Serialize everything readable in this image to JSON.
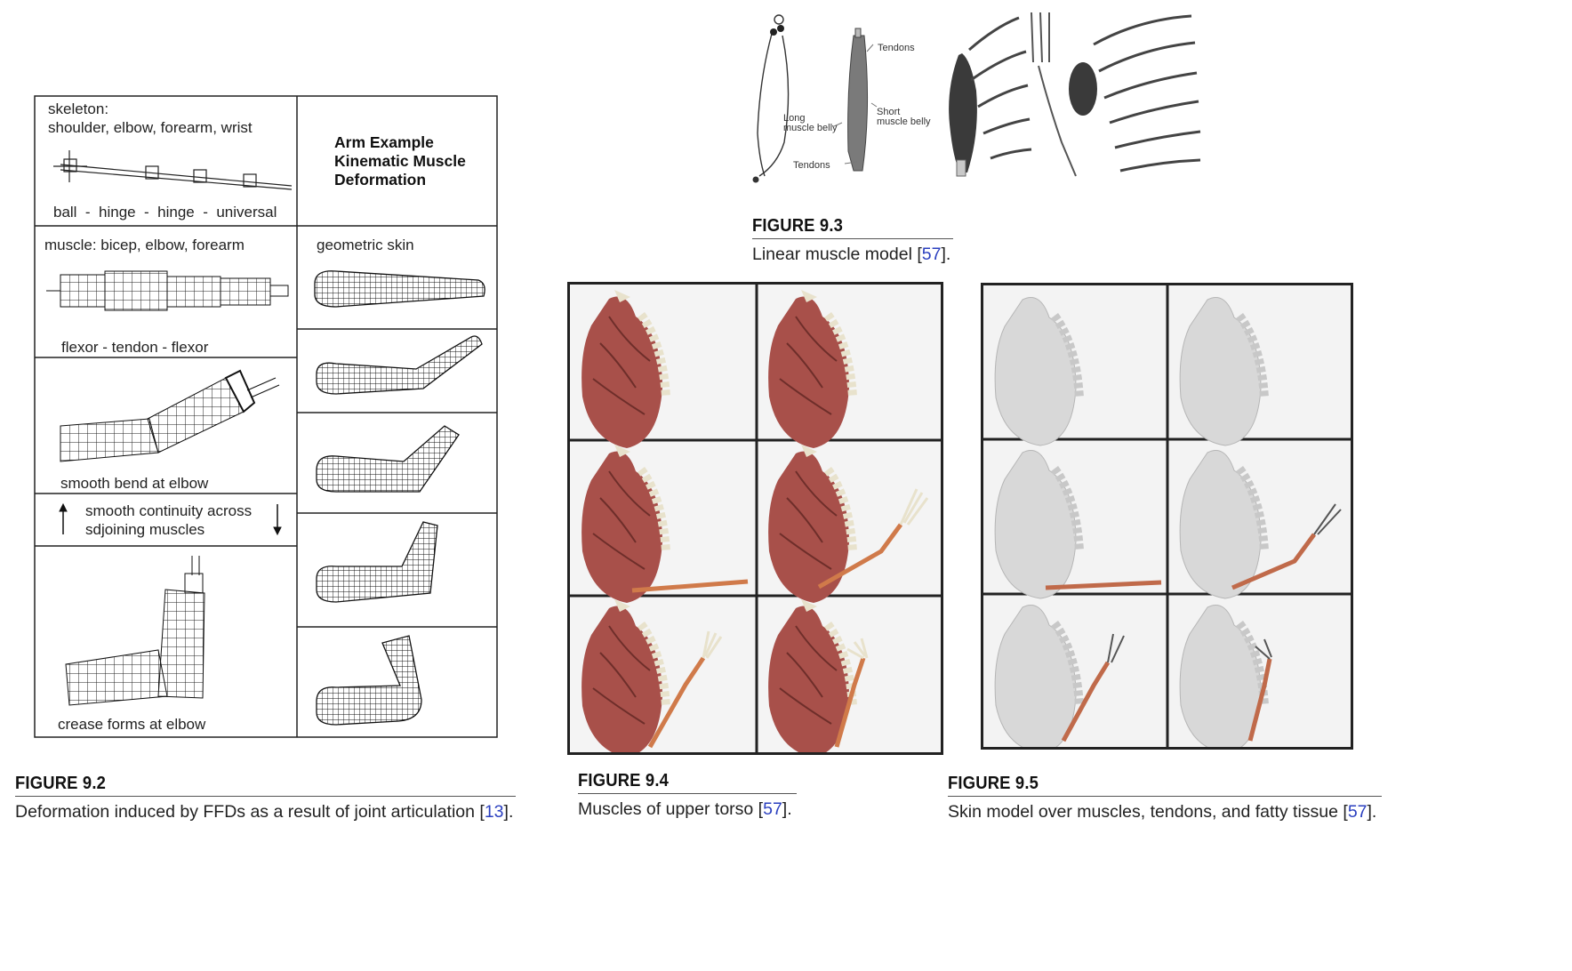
{
  "figures": {
    "fig92": {
      "title": "FIGURE 9.2",
      "caption_pre": "Deformation induced by FFDs as a result of joint articulation [",
      "ref": "13",
      "caption_post": "].",
      "labels": {
        "skeleton_line1": "skeleton:",
        "skeleton_line2": "shoulder, elbow, forearm, wrist",
        "joints": "ball  -  hinge  -  hinge  -  universal",
        "heading_line1": "Arm Example",
        "heading_line2": "Kinematic Muscle",
        "heading_line3": "Deformation",
        "muscle": "muscle: bicep, elbow, forearm",
        "geometric_skin": "geometric skin",
        "flexor": "flexor - tendon - flexor",
        "smooth_bend": "smooth bend at elbow",
        "continuity_line1": "smooth continuity across",
        "continuity_line2": "sdjoining muscles",
        "crease": "crease forms at elbow"
      }
    },
    "fig93": {
      "title": "FIGURE 9.3",
      "caption_pre": "Linear muscle model [",
      "ref": "57",
      "caption_post": "].",
      "labels": {
        "tendons_top": "Tendons",
        "long_belly_1": "Long",
        "long_belly_2": "muscle belly",
        "short_belly_1": "Short",
        "short_belly_2": "muscle belly",
        "tendons_bottom": "Tendons"
      }
    },
    "fig94": {
      "title": "FIGURE 9.4",
      "caption_pre": "Muscles of upper torso [",
      "ref": "57",
      "caption_post": "]."
    },
    "fig95": {
      "title": "FIGURE 9.5",
      "caption_pre": "Skin model over muscles, tendons, and fatty tissue [",
      "ref": "57",
      "caption_post": "]."
    }
  },
  "colors": {
    "muscle": "#a8504a",
    "muscle_dark": "#6e2e2a",
    "skin": "#dcdcdc",
    "bone": "#f0ead8",
    "link": "#2a3fbf"
  }
}
